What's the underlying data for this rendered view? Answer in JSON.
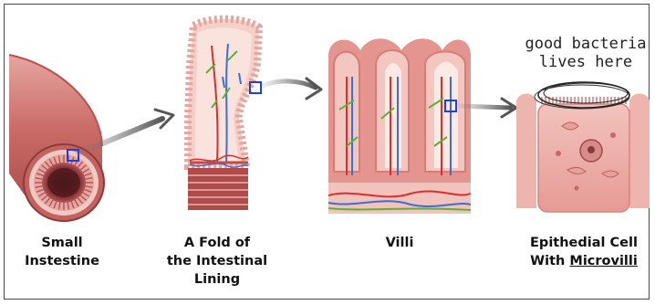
{
  "annotation": {
    "line1": "good bacteria",
    "line2": "lives here"
  },
  "stages": [
    {
      "line1": "Small",
      "line2": "Instestine",
      "line3": ""
    },
    {
      "line1": "A Fold of",
      "line2": "the Intestinal",
      "line3": "Lining"
    },
    {
      "line1": "Villi",
      "line2": "",
      "line3": ""
    },
    {
      "line1": "Epithedial Cell",
      "line2_prefix": "With ",
      "line2_underlined": "Microvilli"
    }
  ],
  "colors": {
    "tissue": "#e8a7a2",
    "tissue_dark": "#c7605f",
    "tissue_light": "#f5d2cc",
    "artery": "#d8302c",
    "vein": "#3d6fd1",
    "lymph": "#5fae3a",
    "zoom_box": "#1f3fe0",
    "arrow": "#555555"
  }
}
